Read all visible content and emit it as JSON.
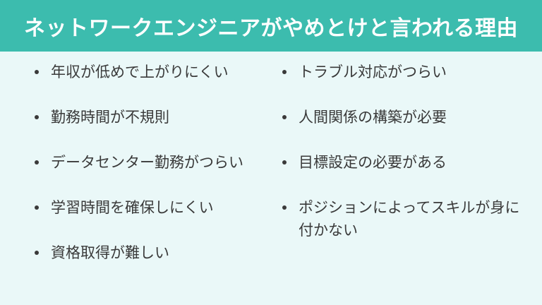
{
  "title": "ネットワークエンジニアがやめとけと言われる理由",
  "colors": {
    "header_bg": "#3cbcae",
    "page_bg": "#eaf8f8",
    "text": "#3a3a3a"
  },
  "left_items": [
    "年収が低めで上がりにくい",
    "勤務時間が不規則",
    "データセンター勤務がつらい",
    "学習時間を確保しにくい",
    "資格取得が難しい"
  ],
  "right_items": [
    "トラブル対応がつらい",
    "人間関係の構築が必要",
    "目標設定の必要がある",
    "ポジションによってスキルが身に付かない"
  ]
}
